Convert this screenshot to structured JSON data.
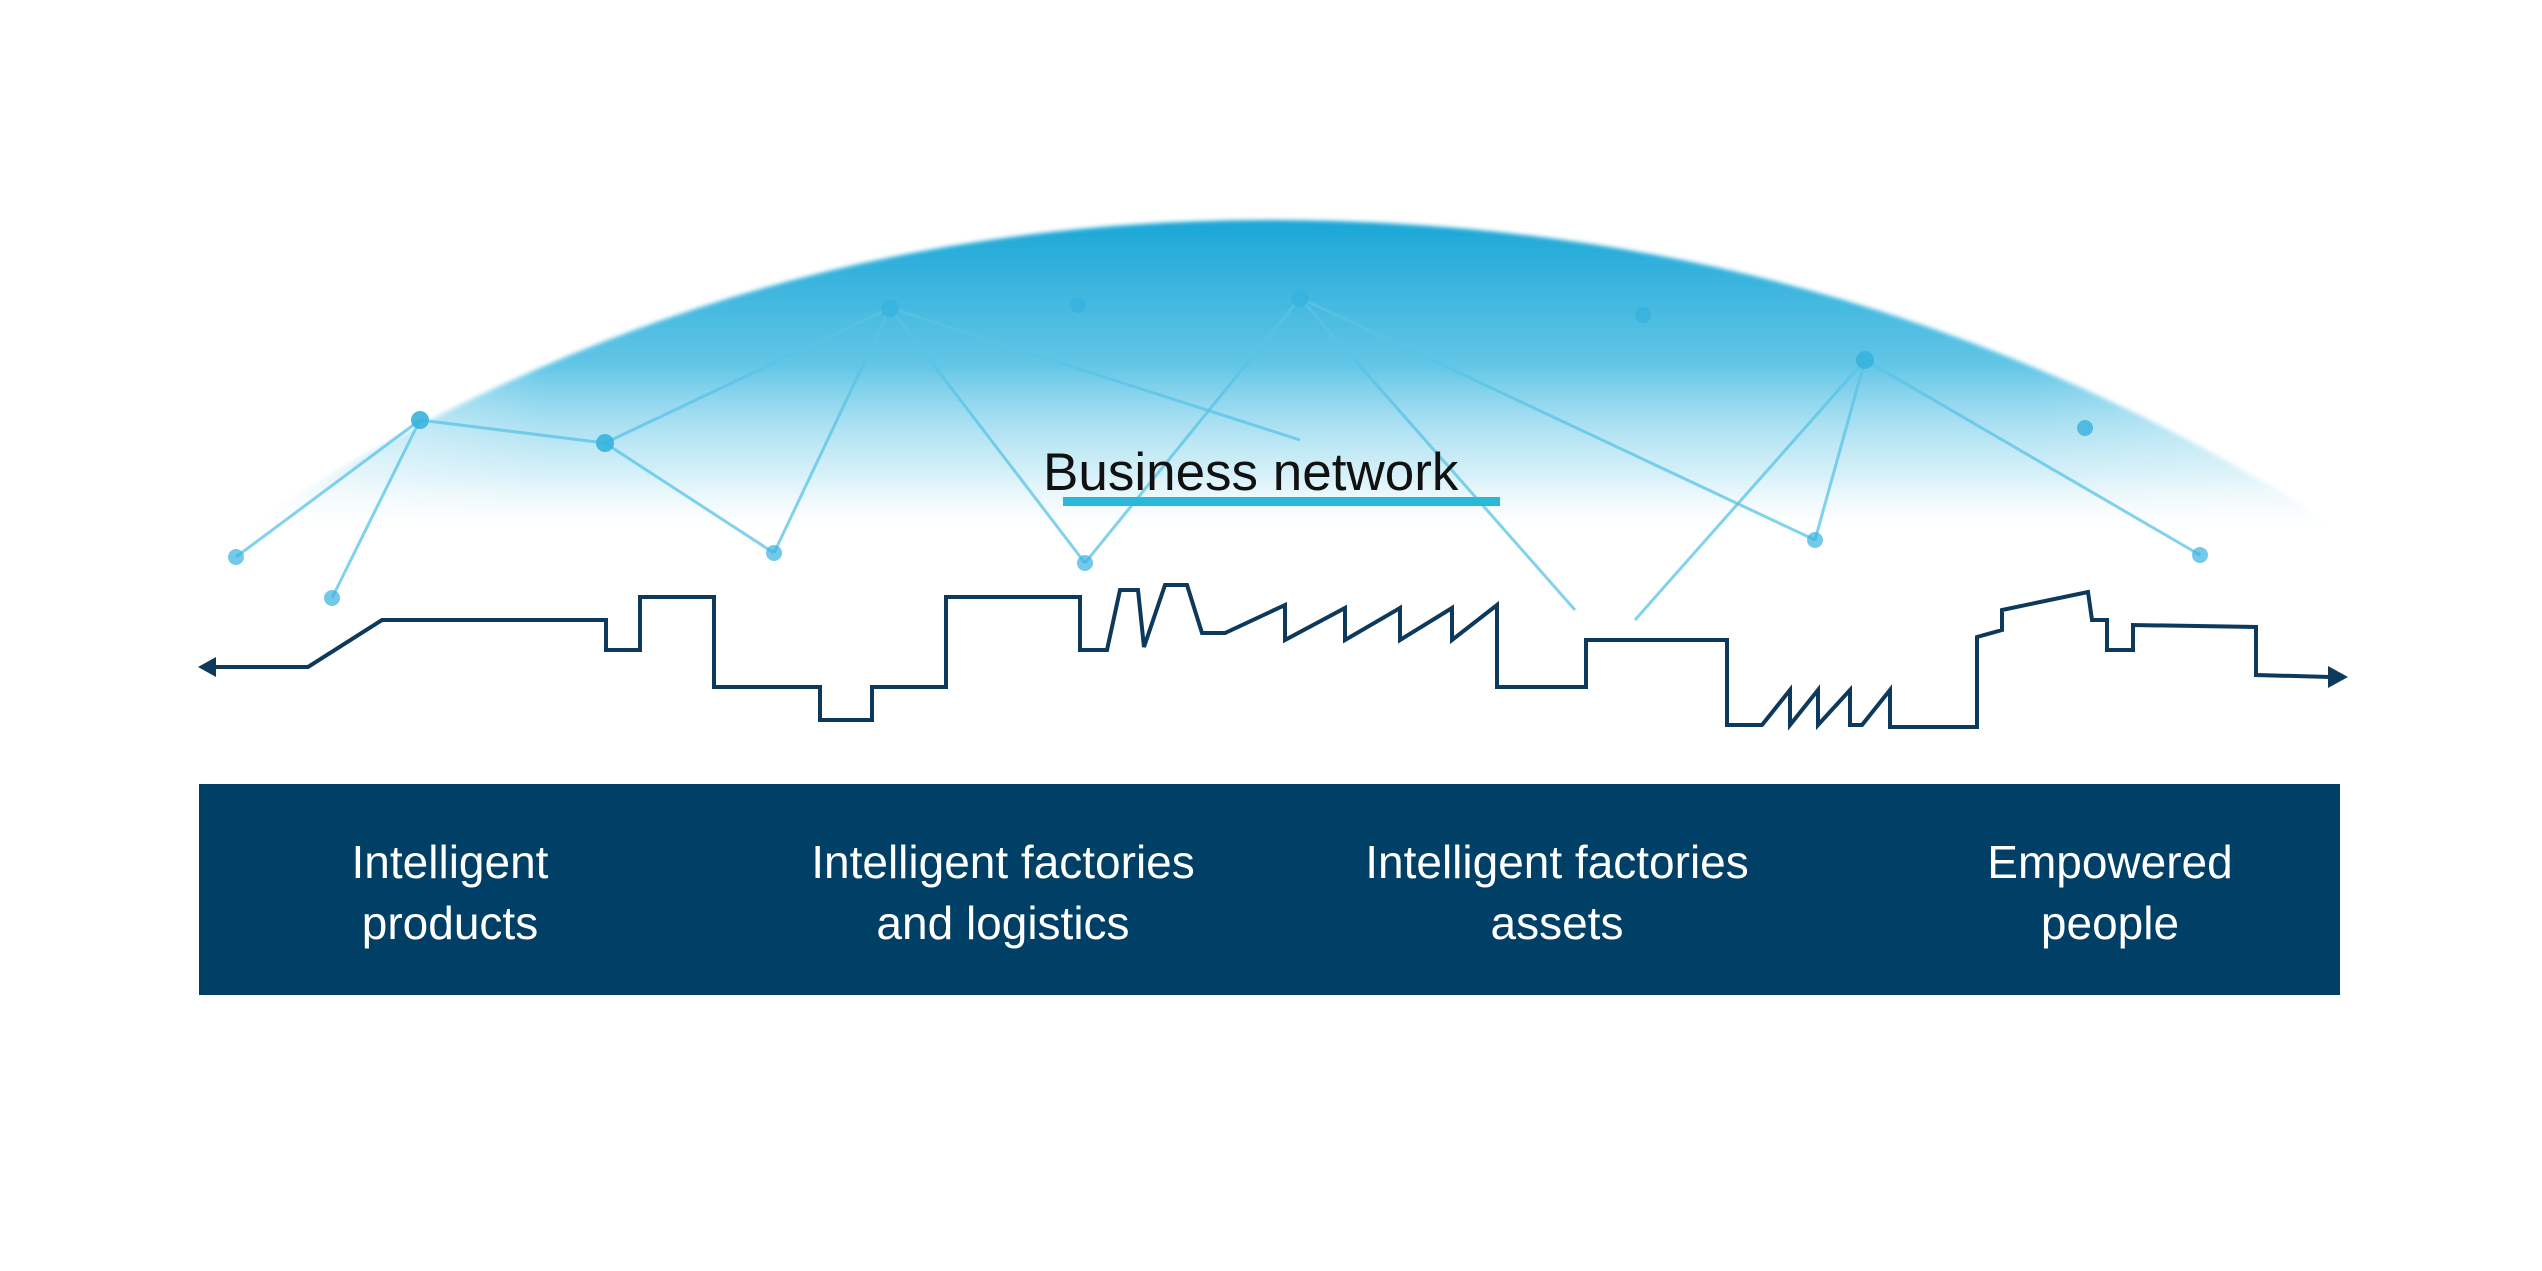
{
  "title": "Business network",
  "categories": [
    {
      "line1": "Intelligent",
      "line2": "products"
    },
    {
      "line1": "Intelligent factories",
      "line2": "and logistics"
    },
    {
      "line1": "Intelligent factories",
      "line2": "assets"
    },
    {
      "line1": "Empowered",
      "line2": "people"
    }
  ],
  "colors": {
    "dome": "#2ab0d9",
    "bar": "#003f66",
    "skyline": "#0d3a5c",
    "underline": "#2ab8d8"
  }
}
